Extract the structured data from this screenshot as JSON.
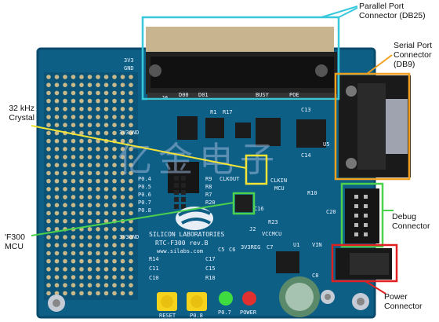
{
  "callouts": {
    "parallel_port": "Parallel Port\nConnector (DB25)",
    "serial_port": "Serial Port\nConnector\n(DB9)",
    "crystal": "32 kHz\nCrystal",
    "debug": "Debug\nConnector",
    "mcu": "'F300\nMCU",
    "power": "Power\nConnector"
  },
  "board": {
    "company": "SILICON LABORATORIES",
    "model": "RTC-F300 rev.B",
    "website": "www.silabs.com",
    "label_3v3_top": "3V3",
    "label_gnd_top": "GND",
    "label_3v3_mid": "3V3GND",
    "label_3v3_bottom": "3V3GND",
    "label_j6": "J6",
    "label_busy": "BUSY",
    "label_poe": "POE",
    "label_d00": "D00",
    "label_d01": "D01",
    "label_clkout": "CLKOUT",
    "label_clkin": "CLKIN",
    "label_mcu": "MCU",
    "label_reset": "RESET",
    "label_p08": "P0.8",
    "label_p07": "P0.7",
    "label_power": "POWER",
    "label_vccmcu": "VCCMCU",
    "label_3v3reg": "3V3REG",
    "label_c7": "C7",
    "label_u1": "U1",
    "label_vin": "VIN",
    "label_j2": "J2",
    "label_r23": "R23",
    "label_c14": "C14",
    "label_c13": "C13",
    "label_u5": "U5",
    "label_r1": "R1",
    "label_r17": "R17",
    "label_r14": "R14",
    "label_c11": "C11",
    "label_c10": "C10",
    "label_c17": "C17",
    "label_c15": "C15",
    "label_r18": "R18",
    "label_c5": "C5",
    "label_c6": "C6",
    "label_c8": "C8",
    "label_c16": "C16",
    "label_c20": "C20",
    "label_r10": "R10",
    "label_p04": "P0.4",
    "label_p05": "P0.5",
    "label_p06": "P0.6",
    "label_p07b": "P0.7",
    "label_p08b": "P0.8",
    "label_r9": "R9",
    "label_r8": "R8",
    "label_r7": "R7",
    "label_r20": "R20"
  },
  "watermark": "亿金电子",
  "colors": {
    "pcb": "#0e5f86",
    "pcb_dark": "#0a4a6c",
    "cyan_box": "#38c8dc",
    "orange_box": "#f0a020",
    "yellow_box": "#f4e437",
    "green_box": "#4bd14b",
    "red_box": "#e02020",
    "button_yellow": "#f5d21b",
    "led_green": "#3fdc3f",
    "led_red": "#e03030"
  }
}
